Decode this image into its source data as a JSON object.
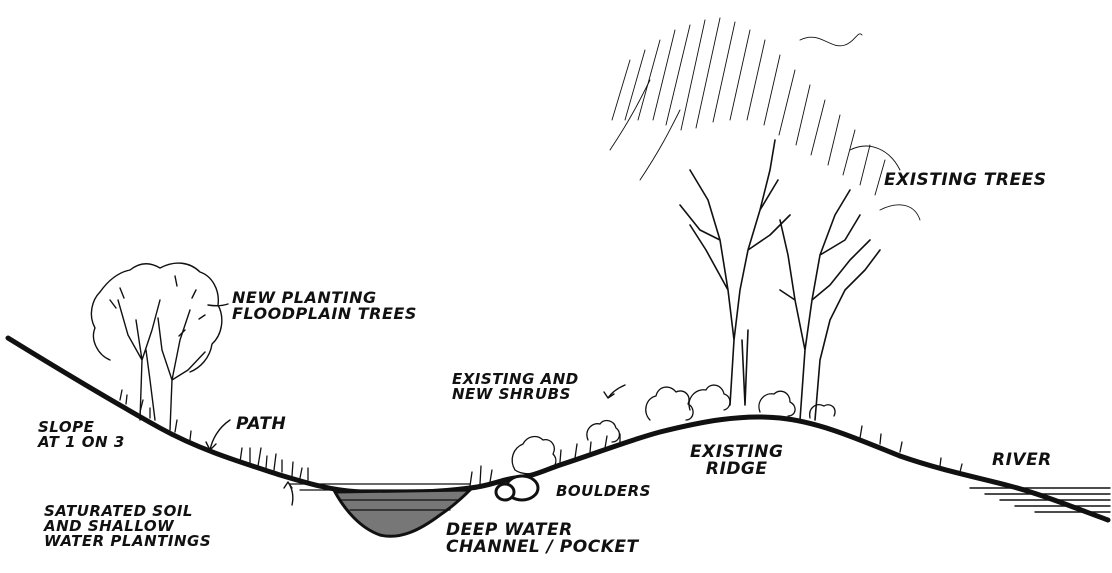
{
  "labels": {
    "existing_trees": "EXISTING TREES",
    "new_planting_line1": "NEW PLANTING",
    "new_planting_line2": "FLOODPLAIN TREES",
    "existing_shrubs_line1": "EXISTING AND",
    "existing_shrubs_line2": "NEW SHRUBS",
    "slope_line1": "SLOPE",
    "slope_line2": "AT 1 ON 3",
    "path": "PATH",
    "existing_ridge_line1": "EXISTING",
    "existing_ridge_line2": "RIDGE",
    "river": "RIVER",
    "boulders": "BOULDERS",
    "saturated_line1": "SATURATED SOIL",
    "saturated_line2": "AND SHALLOW",
    "saturated_line3": "WATER PLANTINGS",
    "deep_water_line1": "DEEP WATER",
    "deep_water_line2": "CHANNEL / POCKET"
  }
}
